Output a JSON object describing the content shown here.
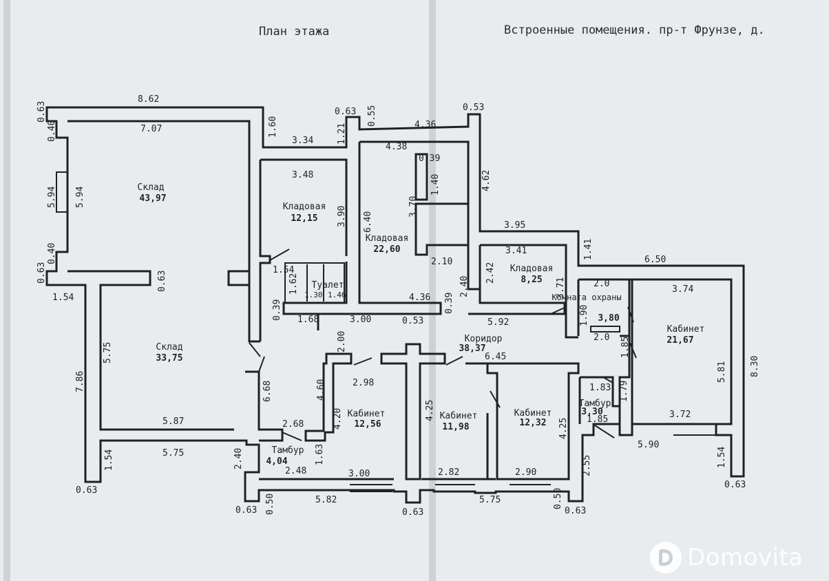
{
  "header": {
    "title": "План этажа",
    "subtitle": "Встроенные помещения. пр-т Фрунзе, д."
  },
  "rooms": [
    {
      "name": "Склад",
      "area": "43,97"
    },
    {
      "name": "Склад",
      "area": "33,75"
    },
    {
      "name": "Кладовая",
      "area": "12,15"
    },
    {
      "name": "Кладовая",
      "area": "22,60"
    },
    {
      "name": "Кладовая",
      "area": "8,25"
    },
    {
      "name": "Туалет",
      "area": ""
    },
    {
      "name": "Комната охраны",
      "area": "3,80"
    },
    {
      "name": "Кабинет",
      "area": "21,67"
    },
    {
      "name": "Коридор",
      "area": "38,37"
    },
    {
      "name": "Кабинет",
      "area": "12,56"
    },
    {
      "name": "Кабинет",
      "area": "11,98"
    },
    {
      "name": "Кабинет",
      "area": "12,32"
    },
    {
      "name": "Тамбур",
      "area": "3,30"
    },
    {
      "name": "Тамбур",
      "area": "4,04"
    }
  ],
  "dimensions": [
    "8.62",
    "0.63",
    "0.40",
    "7.07",
    "5.94",
    "5.94",
    "0.40",
    "0.63",
    "1.54",
    "0.63",
    "1.60",
    "3.34",
    "0.63",
    "1.21",
    "0.55",
    "4.36",
    "0.53",
    "4.38",
    "0.39",
    "4.62",
    "3.48",
    "3.90",
    "6.40",
    "3.70",
    "1.40",
    "3.95",
    "3.41",
    "2.42",
    "1.41",
    "6.50",
    "1.54",
    "1.62",
    "1.30",
    "1.46",
    "0.39",
    "2.10",
    "2.40",
    "3.71",
    "2.0",
    "3.74",
    "1.68",
    "3.00",
    "4.36",
    "0.53",
    "0.39",
    "5.92",
    "1.90",
    "2.0",
    "5.81",
    "8.30",
    "7.86",
    "5.75",
    "6.68",
    "2.00",
    "2.98",
    "6.45",
    "1.85",
    "1.83",
    "1.79",
    "4.60",
    "4.20",
    "4.25",
    "4.25",
    "3.72",
    "5.87",
    "2.68",
    "1.85",
    "5.90",
    "1.54",
    "5.75",
    "2.40",
    "1.63",
    "2.48",
    "3.00",
    "2.82",
    "2.90",
    "2.55",
    "1.54",
    "0.63",
    "0.50",
    "5.82",
    "0.63",
    "5.75",
    "0.50",
    "0.63",
    "0.63",
    "0.63"
  ],
  "brand": {
    "name": "Domovita"
  }
}
